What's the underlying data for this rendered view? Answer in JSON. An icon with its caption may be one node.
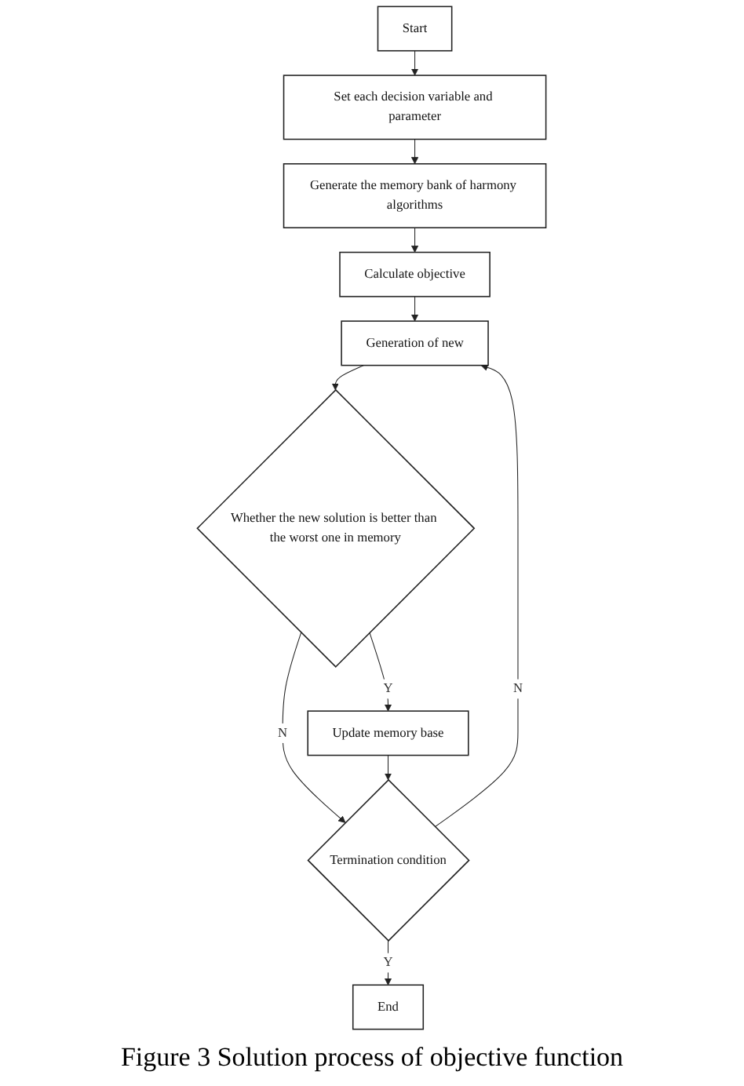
{
  "diagram": {
    "caption": "Figure 3 Solution process of objective function",
    "nodes": [
      {
        "text": [
          "Start"
        ]
      },
      {
        "text": [
          "Set each decision variable and parameter"
        ]
      },
      {
        "text": [
          "Generate the memory bank of harmony algorithms"
        ]
      },
      {
        "text": [
          "Calculate objective"
        ]
      },
      {
        "text": [
          "Generation of new"
        ]
      },
      {
        "text": [
          "Whether the new solution is better than the worst one in memory"
        ]
      },
      {
        "text": [
          "Update memory base"
        ]
      },
      {
        "text": [
          "Termination condition"
        ]
      },
      {
        "text": [
          "End"
        ]
      }
    ],
    "edges": [
      {
        "from": 0,
        "to": 1,
        "arrow": "to"
      },
      {
        "from": 1,
        "to": 2,
        "arrow": "to"
      },
      {
        "from": 2,
        "to": 3,
        "arrow": "to"
      },
      {
        "from": 3,
        "to": 4,
        "arrow": "to"
      },
      {
        "from": 4,
        "to": 5,
        "arrow": "to"
      },
      {
        "from": 5,
        "to": 6,
        "label": "Y",
        "arrow": "to"
      },
      {
        "from": 5,
        "to": 7,
        "label": "N",
        "arrow": "to"
      },
      {
        "from": 6,
        "to": 7,
        "arrow": "to"
      },
      {
        "from": 7,
        "to": 8,
        "label": "Y",
        "arrow": "to"
      },
      {
        "from": 7,
        "to": 4,
        "label": "N",
        "arrow": "to"
      }
    ]
  }
}
